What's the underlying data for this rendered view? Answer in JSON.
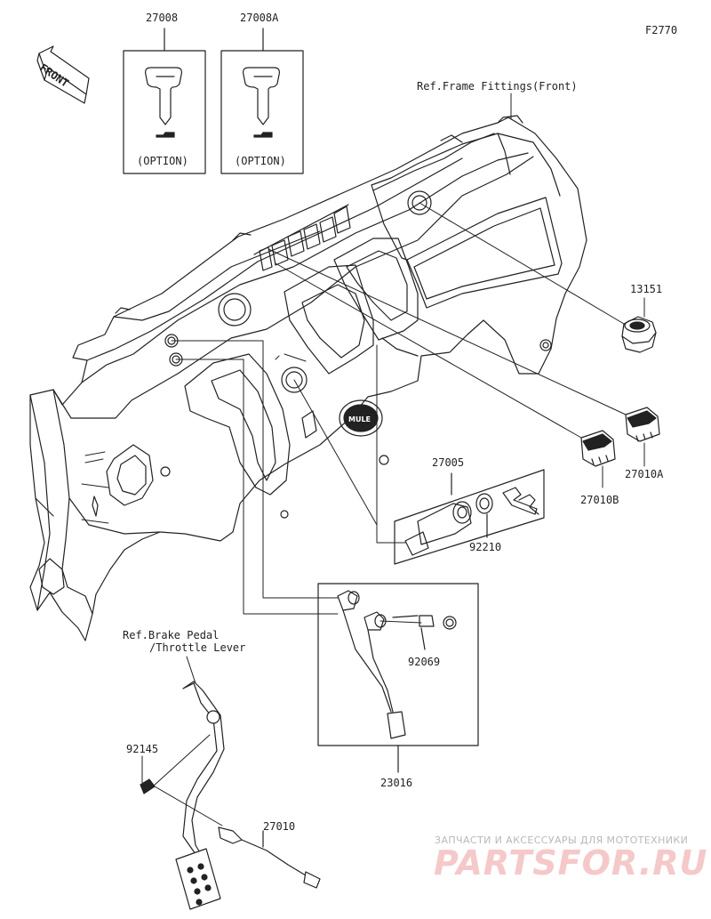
{
  "figure_code": "F2770",
  "front_label": "FRONT",
  "parts": {
    "key_a": "27008",
    "key_b": "27008A",
    "key_a_note": "(OPTION)",
    "key_b_note": "(OPTION)",
    "ref_frame": "Ref.Frame Fittings(Front)",
    "socket": "13151",
    "switch_a": "27010A",
    "switch_b": "27010B",
    "ignition": "27005",
    "nut": "92210",
    "plug": "92069",
    "harness": "23016",
    "ref_brake_line1": "Ref.Brake Pedal",
    "ref_brake_line2": "/Throttle Lever",
    "spring": "92145",
    "brake_switch": "27010"
  },
  "watermark": {
    "tagline": "ЗАПЧАСТИ И АКСЕССУАРЫ ДЛЯ МОТОТЕХНИКИ",
    "logo": "PARTSFOR.RU"
  },
  "colors": {
    "line": "#222222",
    "watermark_logo": "#f2b8b8",
    "watermark_text": "#b9b9b9"
  }
}
